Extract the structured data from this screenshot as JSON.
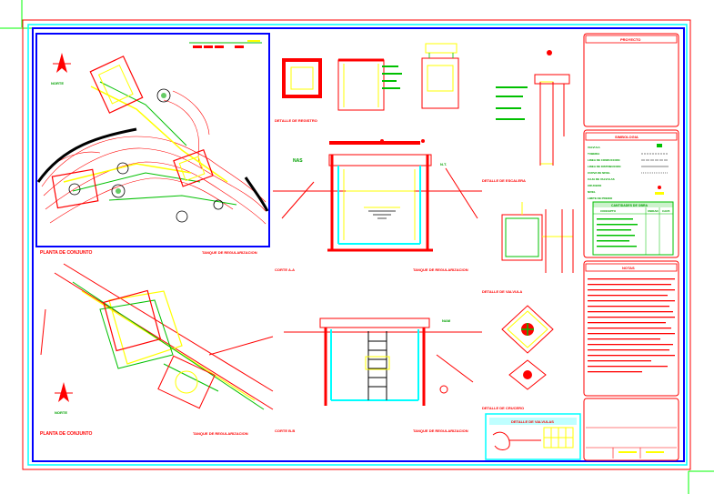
{
  "sheet": {
    "colors": {
      "outer_frame": "#ff0000",
      "blue_frame": "#0000ff",
      "cyan_frame": "#00ffff",
      "trim_lines": "#00ff00",
      "detail_red": "#ff0000",
      "detail_yellow": "#ffff00",
      "detail_green": "#00c000",
      "detail_blue": "#0000ff",
      "text_red": "#ff0000",
      "text_magenta": "#cc00cc"
    },
    "views": [
      {
        "key": "plan_top",
        "title": "PLANTA DE CONJUNTO",
        "subtitle": "TANQUE DE REGULARIZACION"
      },
      {
        "key": "plan_bottom",
        "title": "PLANTA DE CONJUNTO",
        "subtitle": "TANQUE DE REGULARIZACION"
      },
      {
        "key": "detail_box",
        "title": "DETALLE DE REGISTRO"
      },
      {
        "key": "section_aa",
        "title": "CORTE A-A",
        "subtitle": "TANQUE DE REGULARIZACION"
      },
      {
        "key": "section_bb",
        "title": "CORTE B-B",
        "subtitle": "TANQUE DE REGULARIZACION"
      },
      {
        "key": "detail_column",
        "title": "DETALLE DE ESCALERA"
      },
      {
        "key": "detail_valve",
        "title": "DETALLE DE VALVULA"
      },
      {
        "key": "detail_cross",
        "title": "DETALLE DE CRUCERO"
      }
    ],
    "north_label": "NORTE",
    "level_labels": [
      "NAS",
      "NAM",
      "N.T."
    ],
    "right_panel": {
      "header": "PROYECTO",
      "legend_header": "SIMBOLOGIA",
      "legend_items": [
        "VALVULA",
        "TUBERIA",
        "LINEA DE CONDUCCION",
        "LINEA DE DISTRIBUCION",
        "CURVA DE NIVEL",
        "CAJA DE VALVULAS",
        "CRUCERO",
        "NIVEL",
        "LIMITE DE PREDIO"
      ],
      "table_header": "CANTIDADES DE OBRA",
      "table_columns": [
        "CONCEPTO",
        "UNIDAD",
        "CANT."
      ],
      "notes_header": "NOTAS",
      "bottom_detail_header": "DETALLE DE VALVULAS"
    }
  }
}
